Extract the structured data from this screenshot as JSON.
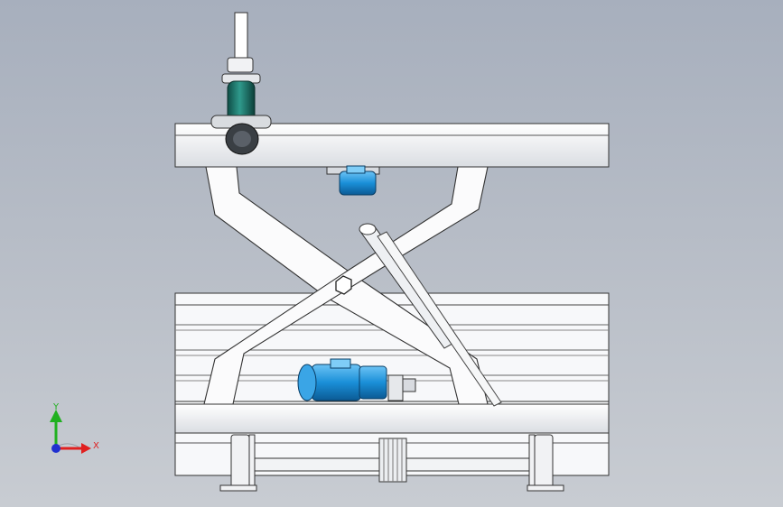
{
  "viewport": {
    "background_top": "#a7afbd",
    "background_bottom": "#c8ccd2"
  },
  "triad": {
    "x_label": "X",
    "y_label": "Y",
    "x_color": "#e02020",
    "y_color": "#20b020",
    "z_color": "#2030d0"
  },
  "model": {
    "parts": [
      "upper-platform",
      "scissor-arms",
      "hydraulic-cylinder",
      "upper-motor",
      "telescopic-actuator",
      "lower-frame",
      "drive-motor",
      "gearbox",
      "roller-shaft",
      "support-wheels"
    ],
    "motor_color": "#1a8fd8",
    "cylinder_color": "#1f7a70"
  }
}
